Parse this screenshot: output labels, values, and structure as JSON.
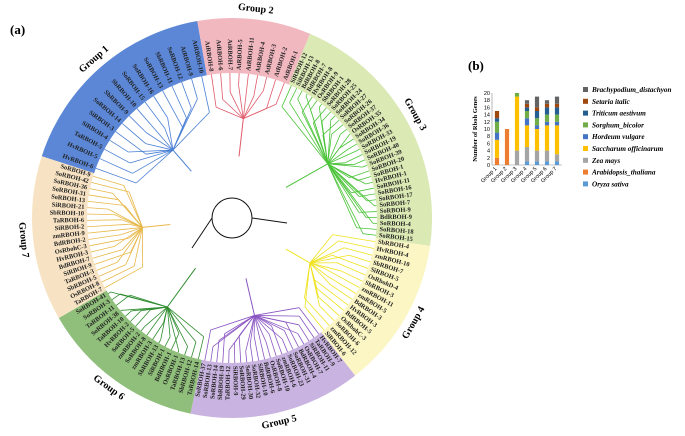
{
  "panel_a_label": "(a)",
  "panel_b_label": "(b)",
  "tree": {
    "groups": [
      {
        "name": "Group 1",
        "color": "#4a7fd4",
        "bg": "#5b87d6",
        "start": 198,
        "end": 260,
        "leaves": [
          "HvRBOH-6",
          "HvRBOH-5",
          "TaRBOH-5",
          "SiRBOH-4",
          "SiRBOH-3",
          "SoRBOH-14",
          "SbRBOH-9",
          "SbRBOH-10",
          "SoRBOH-15",
          "SoRBOH-16",
          "SoRBOH-13",
          "SbRBOH-11",
          "SoRBOH-12",
          "AtRBOH-9",
          "AtRBOH-10"
        ]
      },
      {
        "name": "Group 2",
        "color": "#e05a6a",
        "bg": "#f2b8c0",
        "start": 260,
        "end": 293,
        "leaves": [
          "AtRBOH-8",
          "AtRBOH-6",
          "AtRBOH-7",
          "AtRBOH-5",
          "AtRBOH-11",
          "AtRBOH-4",
          "AtRBOH-3",
          "AtRBOH-2",
          "AtRBOH-1"
        ]
      },
      {
        "name": "Group 3",
        "color": "#4cc43a",
        "bg": "#dbe9b4",
        "start": 293,
        "end": 368,
        "leaves": [
          "SiRBOH-12",
          "SiRBOH-13",
          "BdRBOH-8",
          "BdRBOH-7",
          "HvRBOH-8",
          "OsRBOH-9",
          "SbRBOH-1",
          "SoRBOH-28",
          "SoRBOH-25",
          "SoRBOH-24",
          "SoRBOH-27",
          "SoRBOH-26",
          "SoRBOH-37",
          "OsRBOH-35",
          "SoRBOH-34",
          "SoRBOH-36",
          "SoRBOH-33",
          "SoRBOH-19",
          "SoRBOH-40",
          "SoRBOH-39",
          "SoRBOH-20",
          "SoRBOH-1",
          "HvRBOH-1",
          "SoRBOH-11",
          "SoRBOH-16",
          "SoRBOH-17",
          "SoRBOH-7",
          "SoRBOH-9",
          "BdRBOH-9",
          "SoRBOH-4",
          "SoRBOH-18",
          "SoRBOH-15"
        ]
      },
      {
        "name": "Group 4",
        "color": "#f0e21c",
        "bg": "#fbf6c4",
        "start": 8,
        "end": 52,
        "leaves": [
          "SbRBOH-4",
          "HvRBOH-4",
          "zmRBOH-10",
          "SbRBOH-7",
          "SiRBOH-5",
          "OsRbohD-4",
          "SbRBOH-3",
          "zmRBOH-11",
          "zmRBOH-5",
          "BdRBOH-3",
          "HvRBOH-3",
          "BdRBOH-5",
          "OsRbohC-3",
          "SoRBOH-6",
          "zmRBOH-12",
          "SiRBOH-6"
        ]
      },
      {
        "name": "Group 5",
        "color": "#8a55c2",
        "bg": "#c9b3e0",
        "start": 52,
        "end": 102,
        "leaves": [
          "HvRBOH-7",
          "TaRBOH-9",
          "SiRBOH-11",
          "OsRBOH-7",
          "BdRBOH-4",
          "SoRBOH-31",
          "SoRBOH-23",
          "zmRBOH-6",
          "SoRBOH-10",
          "OsRBOH-8",
          "BdRBOH-6",
          "SiRBOH-10",
          "SoRBOH-32",
          "SoRBOH-30",
          "SoRBOH-29",
          "SiRBOH-9",
          "TaRBOH-12",
          "SbRBOH-19",
          "SoRBOH-14",
          "SoRBOH-13",
          "SoRBOH-37"
        ]
      },
      {
        "name": "Group 6",
        "color": "#2e8b2e",
        "bg": "#8fbf7a",
        "start": 102,
        "end": 150,
        "leaves": [
          "TaRBOH-14",
          "SbRBOH-12",
          "TaRBOH-13",
          "OsRBOH-1",
          "BdRBOH-1",
          "SiRBOH-1",
          "SbRBOH-13",
          "zmRBOH-3",
          "SoRBOH-8",
          "zmRBOH-2",
          "SoRBOH-5",
          "HvRBOH-2",
          "TaRBOH-10",
          "SoRBOH-38",
          "TaRBOH-11",
          "SoRBOH-3",
          "SoRBOH-41"
        ]
      },
      {
        "name": "Group 7",
        "color": "#e8b84a",
        "bg": "#f7e3c4",
        "start": 150,
        "end": 198,
        "leaves": [
          "TaRBOH-7",
          "OsRBOH-8",
          "SbRBOH-5",
          "TaRBOH-3",
          "SiRBOH-9",
          "BdRBOH-7",
          "HvRBOH-3",
          "OsRbohC-3",
          "BdRBOH-2",
          "zmRBOH-9",
          "SiRBOH-2",
          "TaRBOH-6",
          "SbRBOH-10",
          "SiRBOH-21",
          "SoRBOH-13",
          "SoRBOH-31",
          "SoRBOH-36",
          "SoRBOH-42",
          "SoRBOH-9"
        ]
      }
    ]
  },
  "chart_data": {
    "type": "bar",
    "stacked": true,
    "categories": [
      "Group 1",
      "Group 2",
      "Group 3",
      "Group 4",
      "Group 5",
      "Group 6",
      "Group 7"
    ],
    "ylabel": "Number of Rboh Genes",
    "ylim": [
      0,
      20
    ],
    "yticks": [
      0,
      2,
      4,
      6,
      8,
      10,
      12,
      14,
      16,
      18,
      20
    ],
    "series": [
      {
        "name": "Oryza sativa",
        "color": "#5b9bd5",
        "values": [
          0,
          0,
          0,
          1,
          1,
          1,
          1
        ]
      },
      {
        "name": "Arabidopsis_thaliana",
        "color": "#ed7d31",
        "values": [
          2,
          10,
          0,
          0,
          0,
          0,
          0
        ]
      },
      {
        "name": "Zea mays",
        "color": "#a5a5a5",
        "values": [
          0,
          0,
          4,
          4,
          3,
          3,
          2
        ]
      },
      {
        "name": "Saccharum officinarum",
        "color": "#ffc000",
        "values": [
          5,
          0,
          15,
          6,
          6,
          7,
          8
        ]
      },
      {
        "name": "Hordeum vulgare",
        "color": "#4472c4",
        "values": [
          2,
          0,
          0,
          2,
          1,
          1,
          1
        ]
      },
      {
        "name": "Sorghum_bicolor",
        "color": "#70ad47",
        "values": [
          3,
          0,
          1,
          2,
          2,
          2,
          2
        ]
      },
      {
        "name": "Triticum aestivum",
        "color": "#255e91",
        "values": [
          1,
          0,
          0,
          1,
          2,
          2,
          2
        ]
      },
      {
        "name": "Setaria italic",
        "color": "#9e480e",
        "values": [
          2,
          0,
          0,
          1,
          1,
          1,
          1
        ]
      },
      {
        "name": "Brachypodium_distachyon",
        "color": "#636363",
        "values": [
          0,
          0,
          0,
          1,
          3,
          1,
          2
        ]
      }
    ],
    "legend_placement": "right",
    "grid": false
  }
}
